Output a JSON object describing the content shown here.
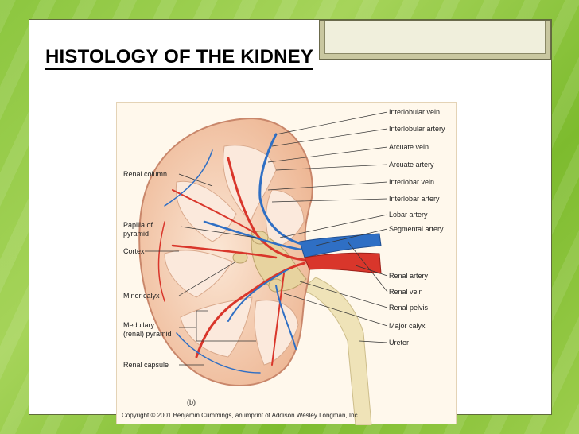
{
  "slide": {
    "title": "HISTOLOGY OF THE KIDNEY"
  },
  "figure": {
    "panel_label": "(b)",
    "copyright": "Copyright © 2001 Benjamin Cummings, an imprint of Addison Wesley Longman, Inc.",
    "labels_right": [
      "Interlobular vein",
      "Interlobular artery",
      "Arcuate vein",
      "Arcuate artery",
      "Interlobar vein",
      "Interlobar artery",
      "Lobar artery",
      "Segmental artery",
      "Renal artery",
      "Renal vein",
      "Renal pelvis",
      "Major calyx",
      "Ureter"
    ],
    "labels_left": {
      "renal_column": "Renal column",
      "papilla_1": "Papilla of",
      "papilla_2": "pyramid",
      "cortex": "Cortex",
      "minor_calyx": "Minor calyx",
      "medullary_1": "Medullary",
      "medullary_2": "(renal) pyramid",
      "renal_capsule": "Renal capsule"
    },
    "colors": {
      "artery": "#d9362b",
      "vein": "#2f6fc4",
      "cortex": "#f4c9a8",
      "pyramid": "#f9e3d2",
      "pelvis": "#e9d9a8"
    }
  }
}
